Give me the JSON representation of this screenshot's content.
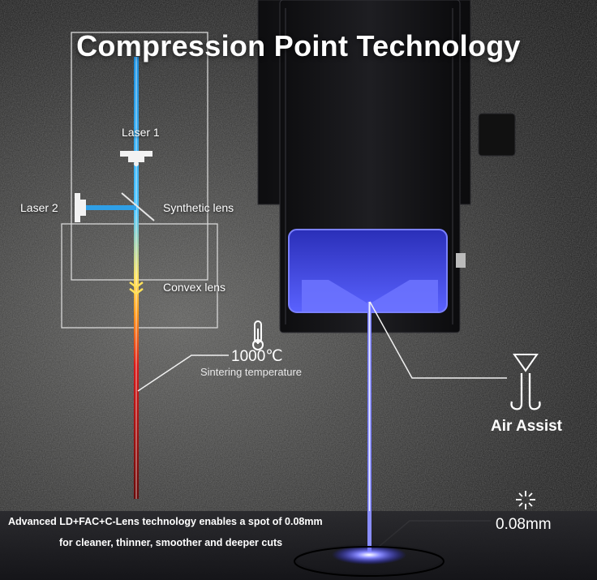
{
  "title": "Compression Point Technology",
  "labels": {
    "laser1": "Laser 1",
    "laser2": "Laser 2",
    "synthetic_lens": "Synthetic lens",
    "convex_lens": "Convex lens",
    "temperature": "1000℃",
    "temperature_caption": "Sintering temperature",
    "air_assist": "Air Assist",
    "spot_size": "0.08mm"
  },
  "description": {
    "line1": "Advanced LD+FAC+C-Lens technology enables a spot of 0.08mm",
    "line2": "for cleaner, thinner, smoother and deeper cuts"
  },
  "colors": {
    "beam_blue": "#3fb8ff",
    "beam_yellow": "#ffd21a",
    "beam_red": "#d81818",
    "laser_violet": "#5a5cff"
  },
  "icons": [
    "thermometer-icon",
    "air-assist-icon",
    "spot-sparkle-icon",
    "laser-emitter-icon"
  ]
}
